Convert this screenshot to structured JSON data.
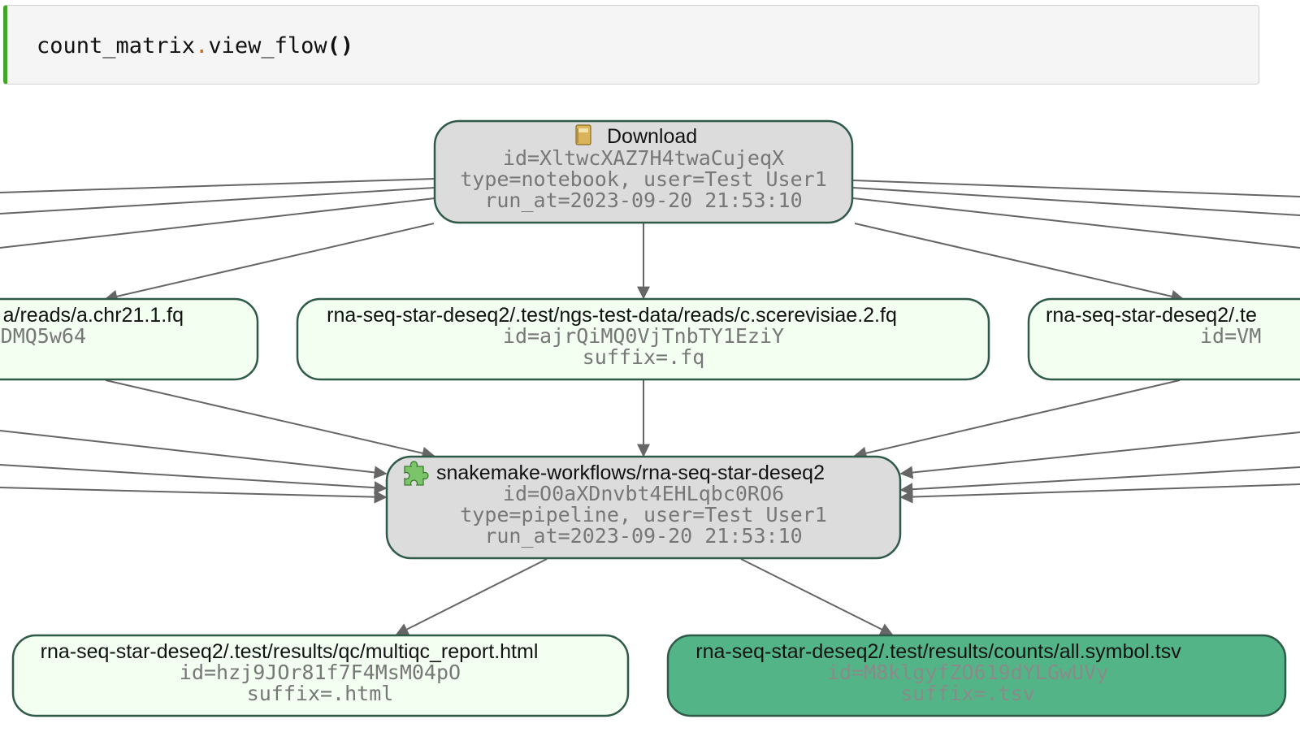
{
  "code_cell": {
    "object": "count_matrix",
    "dot": ".",
    "method": "view_flow",
    "parens": "()"
  },
  "colors": {
    "transform_fill": "#dcdcdc",
    "file_fill": "#f2fff1",
    "target_fill": "#53b587",
    "border": "#2f5a48",
    "edge": "#666666"
  },
  "nodes": {
    "download": {
      "icon": "notebook-icon",
      "title": "Download",
      "id_line": "id=XltwcXAZ7H4twaCujeqX",
      "type_line": "type=notebook, user=Test User1",
      "run_line": "run_at=2023-09-20 21:53:10"
    },
    "left_reads": {
      "title": "a/reads/a.chr21.1.fq",
      "id_line": "DMQ5w64"
    },
    "center_reads": {
      "title": "rna-seq-star-deseq2/.test/ngs-test-data/reads/c.scerevisiae.2.fq",
      "id_line": "id=ajrQiMQ0VjTnbTY1EziY",
      "suffix_line": "suffix=.fq"
    },
    "right_reads": {
      "title": "rna-seq-star-deseq2/.te",
      "id_line": "id=VM"
    },
    "pipeline": {
      "icon": "puzzle-icon",
      "title": "snakemake-workflows/rna-seq-star-deseq2",
      "id_line": "id=O0aXDnvbt4EHLqbc0RO6",
      "type_line": "type=pipeline, user=Test User1",
      "run_line": "run_at=2023-09-20 21:53:10"
    },
    "multiqc": {
      "title": "rna-seq-star-deseq2/.test/results/qc/multiqc_report.html",
      "id_line": "id=hzj9JOr81f7F4MsM04pO",
      "suffix_line": "suffix=.html"
    },
    "counts": {
      "title": "rna-seq-star-deseq2/.test/results/counts/all.symbol.tsv",
      "id_line": "id=M8klgyfZO619dYLGwUVy",
      "suffix_line": "suffix=.tsv"
    }
  }
}
